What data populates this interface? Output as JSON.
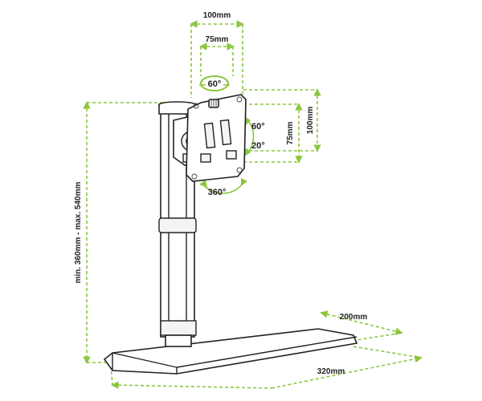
{
  "dimensions": {
    "vesa_outer": "100mm",
    "vesa_inner": "75mm",
    "vesa_outer_vertical": "100mm",
    "vesa_inner_vertical": "75mm",
    "height_range": "min. 360mm - max. 540mm",
    "base_depth": "200mm",
    "base_width": "320mm"
  },
  "angles": {
    "swivel": "60°",
    "tilt_up": "60°",
    "tilt_down": "20°",
    "rotation": "360°"
  },
  "colors": {
    "dimension_line": "#8cc63f",
    "outline": "#222222"
  },
  "icons": {
    "rotation_arrow": "curved-double-arrow-icon"
  }
}
